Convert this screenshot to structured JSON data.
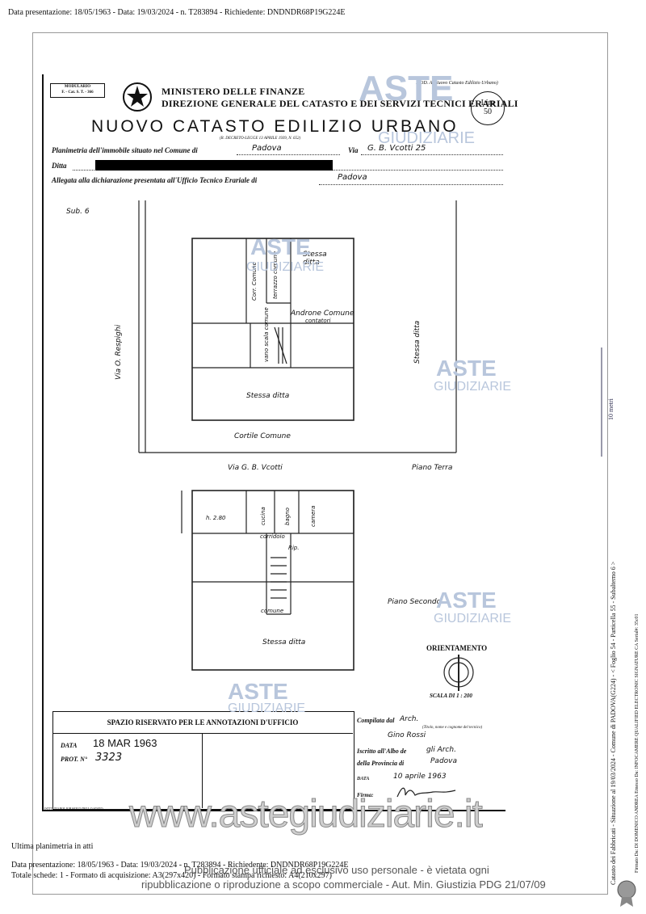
{
  "top_line": "Data presentazione: 18/05/1963 - Data: 19/03/2024 - n. T283894 - Richiedente: DNDNDR68P19G224E",
  "header": {
    "modulario_line1": "MODULARIO",
    "modulario_line2": "F. - Cat. S. T. - 366",
    "ministero": "MINISTERO DELLE FINANZE",
    "direzione": "DIREZIONE GENERALE DEL CATASTO E DEI SERVIZI TECNICI ERARIALI",
    "title": "NUOVO CATASTO EDILIZIO URBANO",
    "decreto": "(R. DECRETO-LEGGE 13 APRILE 1939, N. 652)",
    "mod_a": "MOD. A (Nuovo Catasto Edilizio Urbano)",
    "lire_label": "Lire",
    "lire_value": "50"
  },
  "form": {
    "planimetria_label": "Planimetria dell'immobile situato nel Comune di",
    "comune_value": "Padova",
    "via_label": "Via",
    "via_value": "G. B. Vcotti  25",
    "ditta_label": "Ditta",
    "allegata_label": "Allegata alla dichiarazione presentata all'Ufficio Tecnico Erariale di",
    "ufficio_value": "Padova"
  },
  "plan": {
    "sub": "Sub. 6",
    "via_respighi": "Via O. Respighi",
    "stessa_ditta_1": "Stessa ditta",
    "stessa_ditta_right": "Stessa ditta",
    "corr_comune": "Corr. Comune",
    "terrazzo": "terrazzo comune",
    "androne": "Androne Comune",
    "contatori": "contatori",
    "vano_scala": "vano scala comune",
    "stessa_ditta_bottom": "Stessa ditta",
    "cortile": "Cortile Comune",
    "via_vcotti": "Via G. B. Vcotti",
    "piano_terra": "Piano Terra",
    "h_280": "h. 2.80",
    "cucina": "cucina",
    "bagno": "bagno",
    "camera": "camera",
    "corridoio": "corridoio",
    "rip": "Rip.",
    "comune": "comune",
    "piano_secondo": "Piano Secondo",
    "stessa_ditta_2": "Stessa ditta",
    "orientamento": "ORIENTAMENTO",
    "scala": "SCALA DI 1 : 200"
  },
  "annotazioni": {
    "title": "SPAZIO RISERVATO PER LE ANNOTAZIONI D'UFFICIO",
    "data_label": "DATA",
    "data_value": "18 MAR 1963",
    "prot_label": "PROT. N°",
    "prot_value": "3323",
    "printer": "ISTITUTO POLIGRAFICO DELLO STATO"
  },
  "compilata": {
    "label": "Compilata dal",
    "role": "Arch.",
    "note": "(Titolo, nome e cognome del tecnico)",
    "name": "Gino Rossi",
    "iscritto_label": "Iscritto all'Albo de",
    "iscritto_value": "gli Arch.",
    "provincia_label": "della Provincia di",
    "provincia_value": "Padova",
    "data_label": "DATA",
    "data_value": "10 aprile  1963",
    "firma_label": "Firma:"
  },
  "watermark": {
    "aste": "ASTE",
    "giudiziarie": "GIUDIZIARIE",
    "site": "www.astegiudiziarie.it"
  },
  "side": {
    "text1": "Catasto dei Fabbricati - Situazione al 19/03/2024 - Comune di PADOVA(G224) - < Foglio 54 - Particella 55 - Subalterno 6 >",
    "text2": "10 metri",
    "text3": "Firmato Da: DI DOMENICO ANDREA Emesso Da: INFOCAMERE QUALIFIED ELECTRONIC SIGNATURE CA Serial#: 35c01"
  },
  "footer": {
    "ultima": "Ultima planimetria in atti",
    "line1": "Data presentazione: 18/05/1963 - Data: 19/03/2024 - n. T283894 - Richiedente: DNDNDR68P19G224E",
    "line2": "Totale schede: 1 - Formato di acquisizione: A3(297x420) - Formato stampa richiesto: A4(210x297)",
    "pub1": "Pubblicazione ufficiale ad esclusivo uso personale - è vietata ogni",
    "pub2": "ripubblicazione o riproduzione a scopo commerciale - Aut. Min. Giustizia PDG 21/07/09"
  }
}
